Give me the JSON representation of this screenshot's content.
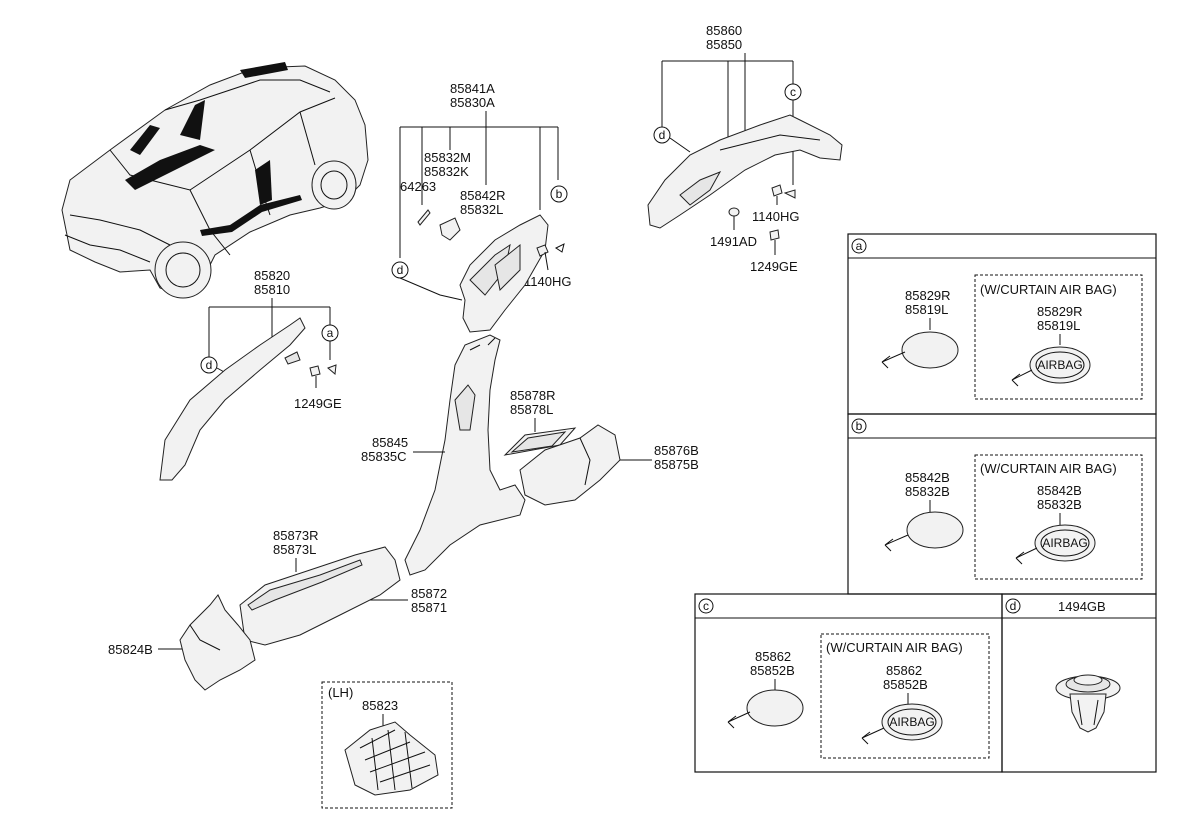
{
  "callouts": {
    "c1": "85860",
    "c2": "85850",
    "c3": "85841A",
    "c4": "85830A",
    "c5": "85832M",
    "c6": "85832K",
    "c7": "64263",
    "c8": "85842R",
    "c9": "85832L",
    "c10": "1140HG",
    "c11": "1140HG",
    "c12": "1491AD",
    "c13": "1249GE",
    "c14": "85820",
    "c15": "85810",
    "c16": "1249GE",
    "c17": "85845",
    "c18": "85835C",
    "c19": "85878R",
    "c20": "85878L",
    "c21": "85876B",
    "c22": "85875B",
    "c23": "85873R",
    "c24": "85873L",
    "c25": "85872",
    "c26": "85871",
    "c27": "85824B",
    "c28": "(LH)",
    "c29": "85823"
  },
  "markers": {
    "a": "a",
    "b": "b",
    "c": "c",
    "d": "d"
  },
  "inset_a": {
    "letter": "a",
    "p1": "85829R",
    "p2": "85819L",
    "variant": "(W/CURTAIN AIR BAG)",
    "v1": "85829R",
    "v2": "85819L"
  },
  "inset_b": {
    "letter": "b",
    "p1": "85842B",
    "p2": "85832B",
    "variant": "(W/CURTAIN AIR BAG)",
    "v1": "85842B",
    "v2": "85832B"
  },
  "inset_c": {
    "letter": "c",
    "p1": "85862",
    "p2": "85852B",
    "variant": "(W/CURTAIN AIR BAG)",
    "v1": "85862",
    "v2": "85852B"
  },
  "inset_d": {
    "letter": "d",
    "p1": "1494GB"
  },
  "airbag_text": "AIRBAG"
}
